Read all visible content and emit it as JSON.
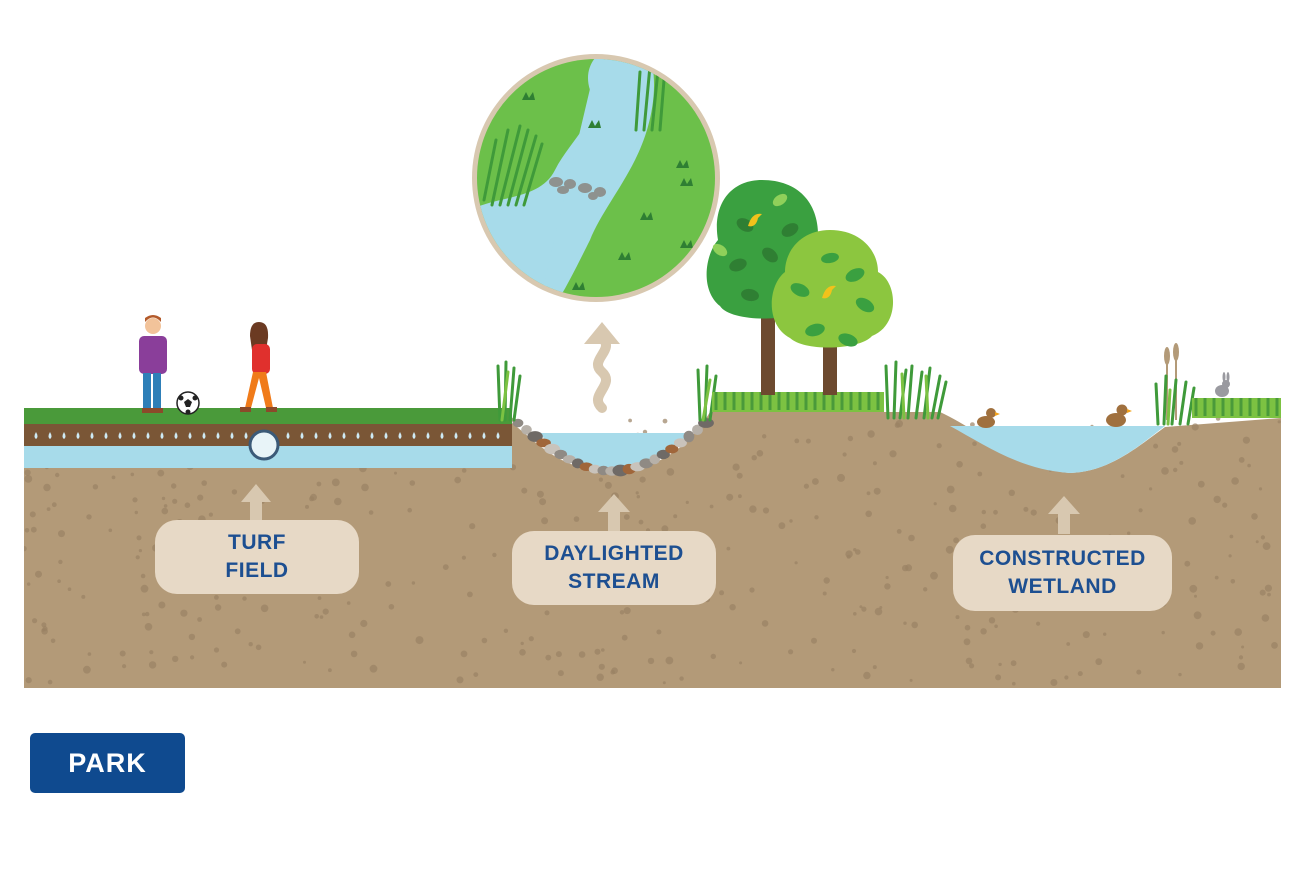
{
  "labels": {
    "turf_field": [
      "TURF",
      "FIELD"
    ],
    "daylighted_stream": [
      "DAYLIGHTED",
      "STREAM"
    ],
    "constructed_wetland": [
      "CONSTRUCTED",
      "WETLAND"
    ]
  },
  "badge": {
    "text": "PARK"
  },
  "colors": {
    "soil": "#b39a78",
    "soil_speckle": "#9a8164",
    "grass": "#4a9a3a",
    "bright_grass": "#7cc242",
    "water": "#a7dbea",
    "label_bg": "#e7d9c6",
    "label_text": "#1d4f91",
    "badge_bg": "#0f4a8f",
    "arrow": "#d8c8b0",
    "trunk": "#6d4a2f"
  },
  "icons": [
    "person-boy-icon",
    "person-girl-icon",
    "soccer-ball-icon",
    "drain-pipe-icon",
    "tree-icon",
    "bird-icon",
    "duck-icon",
    "rabbit-icon",
    "cattail-icon",
    "reed-grass-icon",
    "rock-icon",
    "winding-arrow-icon",
    "up-arrow-icon",
    "stream-magnifier-icon"
  ]
}
